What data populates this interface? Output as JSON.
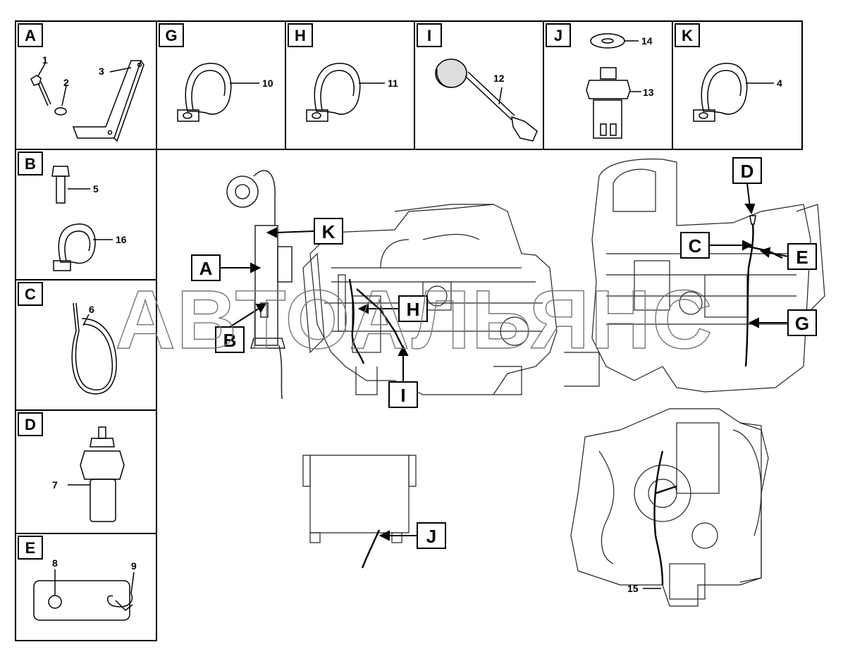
{
  "panels": {
    "A": {
      "letter": "A",
      "nums": [
        "1",
        "2",
        "3"
      ]
    },
    "B": {
      "letter": "B",
      "nums": [
        "5",
        "16"
      ]
    },
    "C": {
      "letter": "C",
      "nums": [
        "6"
      ]
    },
    "D": {
      "letter": "D",
      "nums": [
        "7"
      ]
    },
    "E": {
      "letter": "E",
      "nums": [
        "8",
        "9"
      ]
    },
    "G": {
      "letter": "G",
      "nums": [
        "10"
      ]
    },
    "H": {
      "letter": "H",
      "nums": [
        "11"
      ]
    },
    "I": {
      "letter": "I",
      "nums": [
        "12"
      ]
    },
    "J": {
      "letter": "J",
      "nums": [
        "14",
        "13"
      ]
    },
    "K": {
      "letter": "K",
      "nums": [
        "4"
      ]
    }
  },
  "callouts": {
    "K": "K",
    "A": "A",
    "B": "B",
    "H": "H",
    "I": "I",
    "D": "D",
    "C": "C",
    "E": "E",
    "G": "G",
    "J": "J"
  },
  "part15": "15",
  "watermark": "АВТОАЛЬЯНС"
}
